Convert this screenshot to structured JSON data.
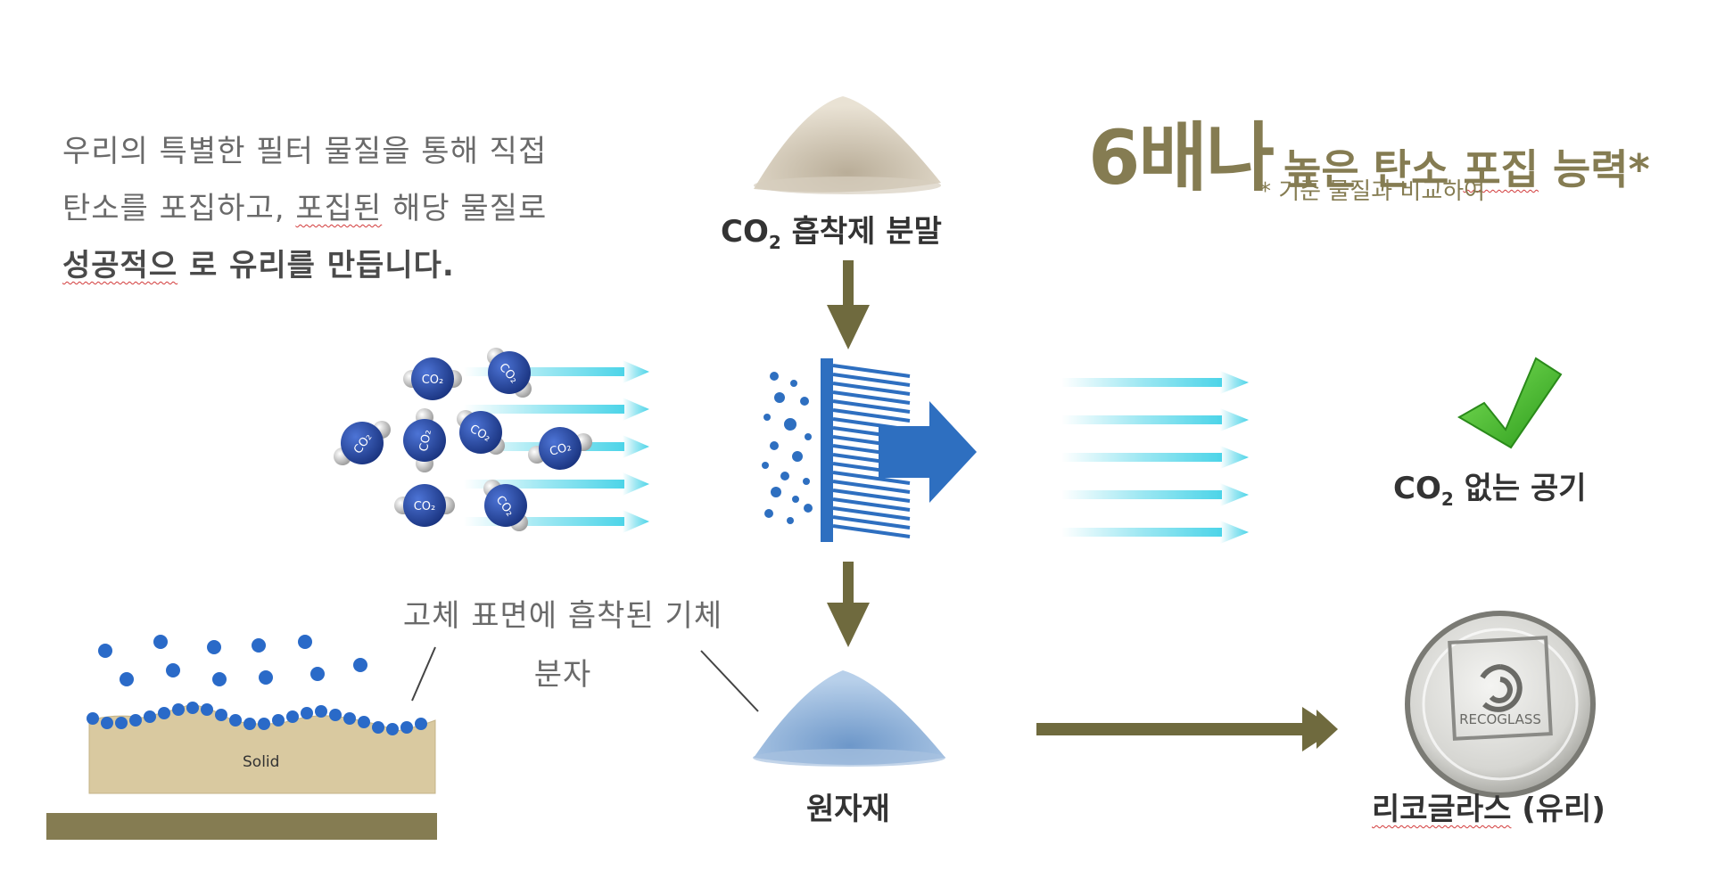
{
  "intro": {
    "line1": "우리의 특별한 필터 물질을 통해 직접",
    "line2_a": "탄소를 포집하고, ",
    "line2_b": "포집된",
    "line2_c": " 해당 물질로",
    "line3_a": "성공적으",
    "line3_b": " 로 유리를 만듭니다."
  },
  "headline": {
    "big": "6배나",
    "rest_a": "높은 탄소 ",
    "rest_b": "포집",
    "rest_c": " 능력*",
    "footnote": "* 기준 물질과 비교하여"
  },
  "labels": {
    "sorbent_pre": "CO",
    "sorbent_sub": "2",
    "sorbent_post": " 흡착제 분말",
    "air_pre": "CO",
    "air_sub": "2",
    "air_post": " 없는 공기",
    "raw": "원자재",
    "glass_a": "리코글라스",
    "glass_b": " (유리)",
    "adsorb_line1": "고체 표면에 흡착된 기체",
    "adsorb_line2": "분자",
    "solid": "Solid",
    "molecule": "CO₂",
    "coin": "RECOGLASS"
  },
  "colors": {
    "olive": "#857c52",
    "arrow_olive": "#6f6a3e",
    "filter_blue": "#2e6fc0",
    "molecule_blue": "#1f3f96",
    "cyan": "#4cd4e8",
    "check_green": "#3fbf2a",
    "solid_tan": "#d9c9a0",
    "ground": "#857c52"
  },
  "icons": [
    "co2-molecule-icon",
    "filter-icon",
    "checkmark-icon",
    "glass-coin-icon",
    "powder-icon"
  ]
}
